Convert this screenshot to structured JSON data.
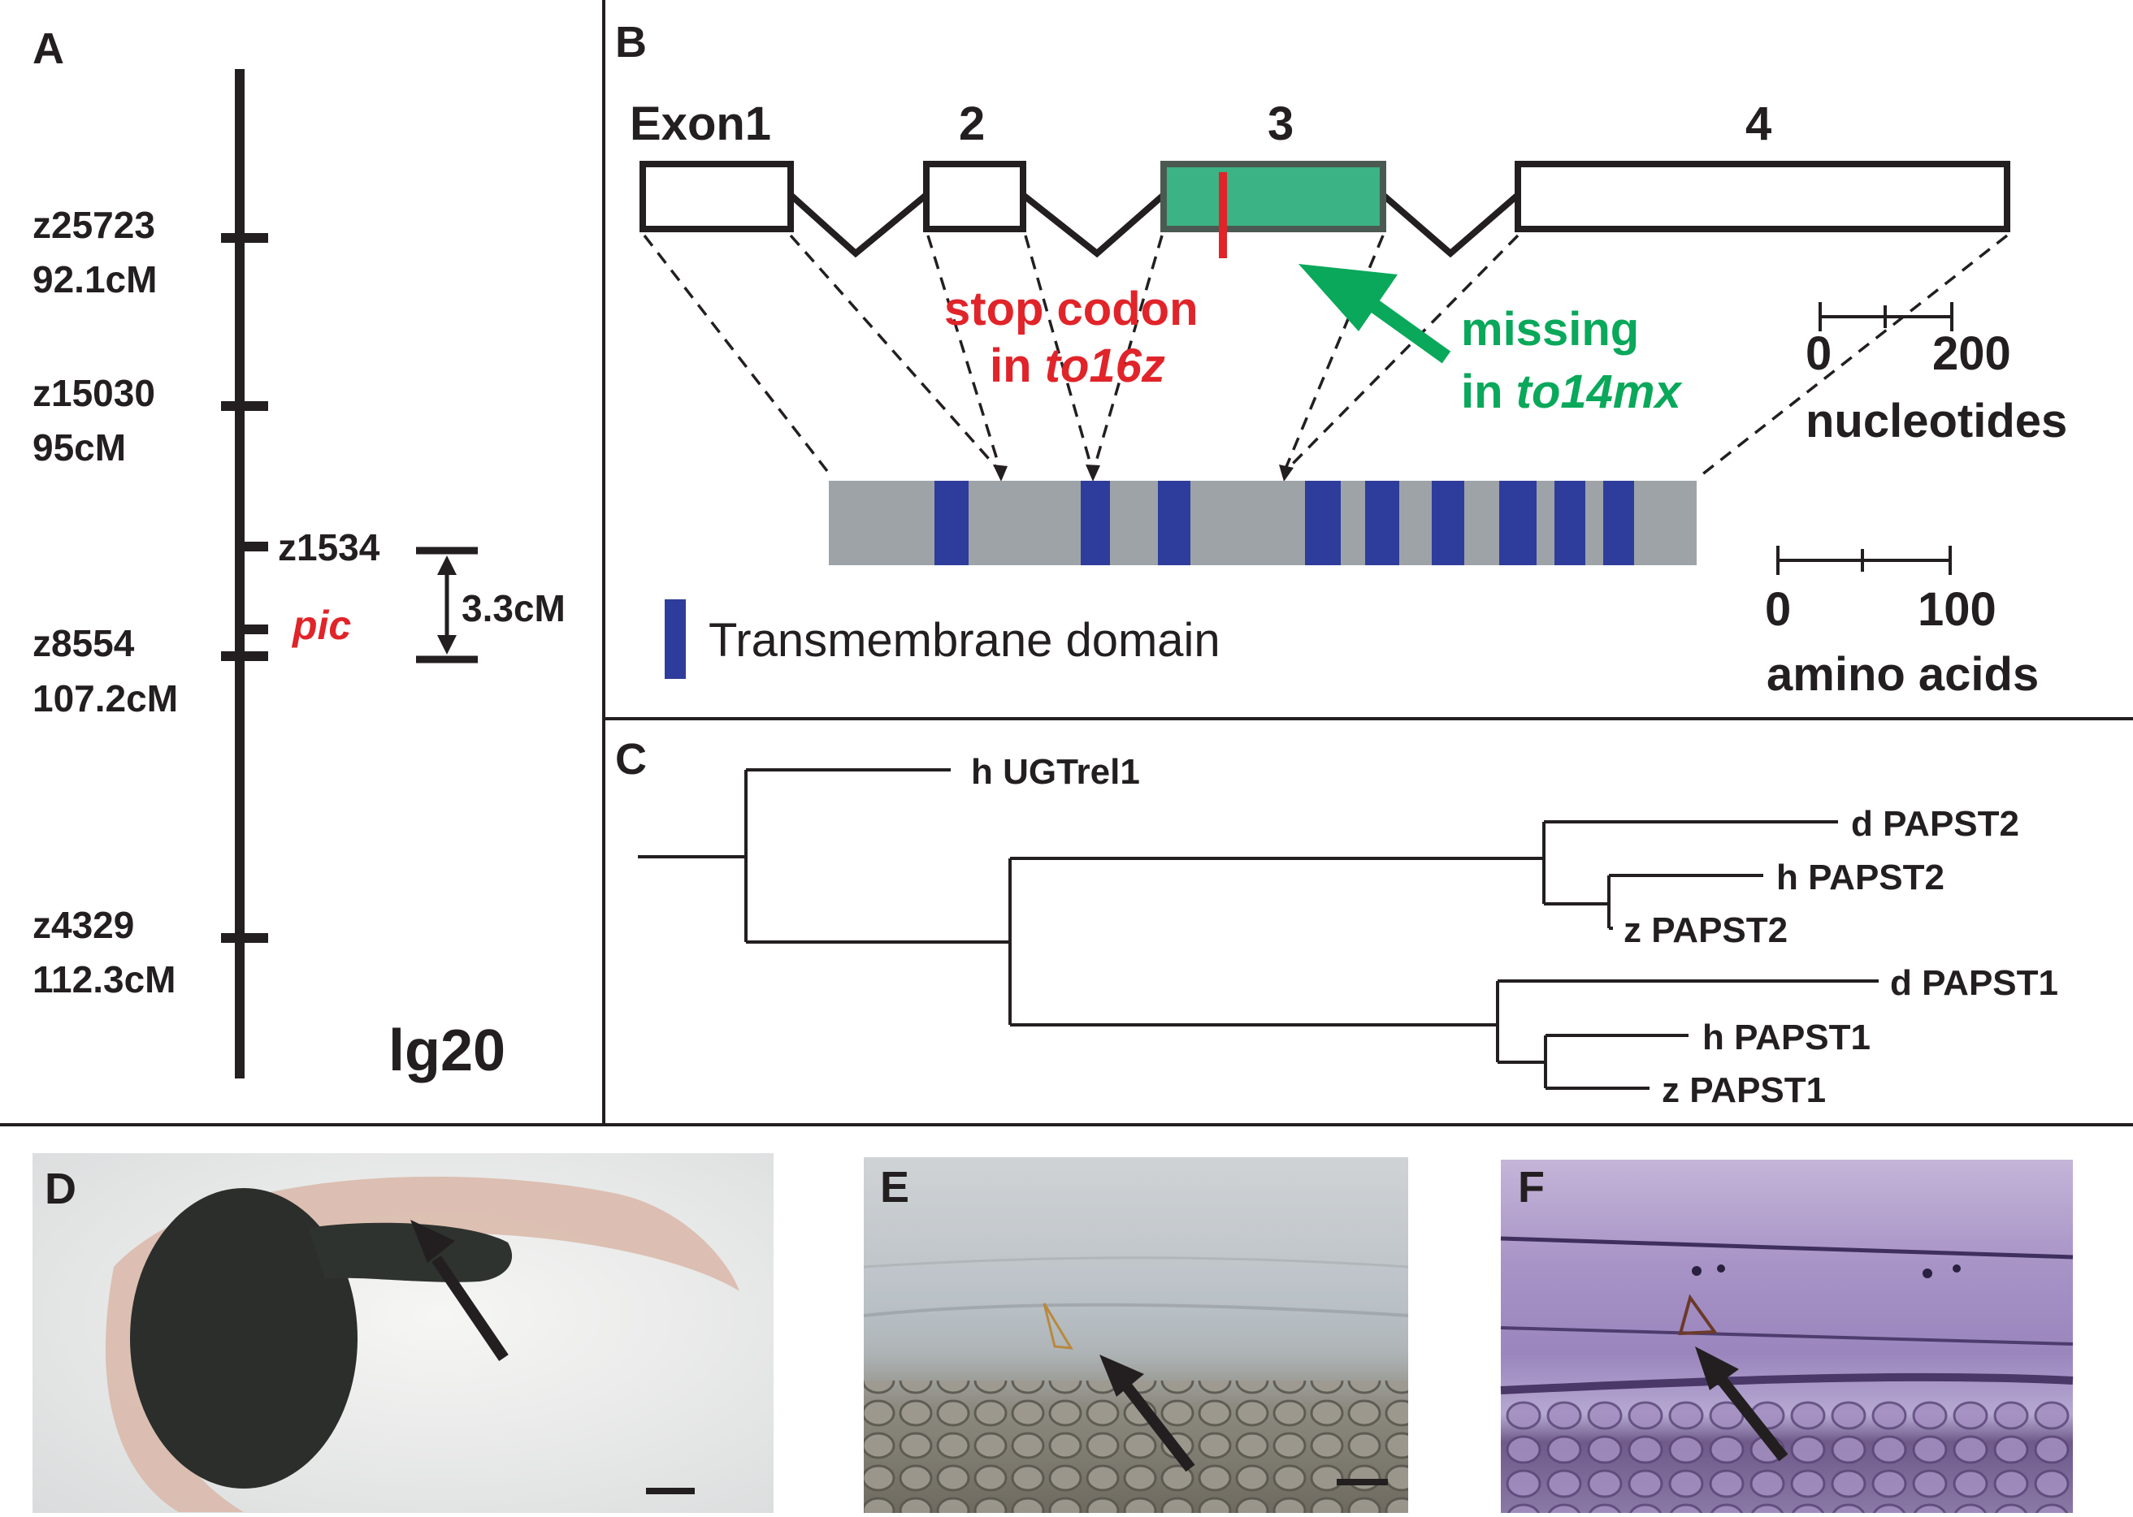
{
  "panel_labels": {
    "a": "A",
    "b": "B",
    "c": "C",
    "d": "D",
    "e": "E",
    "f": "F"
  },
  "panel_a": {
    "markers": [
      {
        "name": "z25723",
        "pos": "92.1cM"
      },
      {
        "name": "z15030",
        "pos": "95cM"
      },
      {
        "name": "z1534",
        "pos": ""
      },
      {
        "name": "z8554",
        "pos": "107.2cM"
      },
      {
        "name": "z4329",
        "pos": "112.3cM"
      }
    ],
    "gene": "pic",
    "interval": "3.3cM",
    "linkage_group": "lg20"
  },
  "panel_b": {
    "exons": [
      "Exon1",
      "2",
      "3",
      "4"
    ],
    "stop_line1": "stop codon",
    "stop_in": "in ",
    "stop_allele": "to16z",
    "missing_line1": "missing",
    "missing_in": "in ",
    "missing_allele": "to14mx",
    "nt_scale": {
      "min": "0",
      "max": "200",
      "unit": "nucleotides"
    },
    "aa_scale": {
      "min": "0",
      "max": "100",
      "unit": "amino acids"
    },
    "legend": "Transmembrane domain",
    "colors": {
      "exon3": "#3bb384",
      "stop": "#e0242a",
      "tm": "#2e3d9b",
      "protein": "#9ea3a8",
      "arrow": "#0aa85a"
    }
  },
  "panel_c": {
    "leaves": [
      "h UGTrel1",
      "d PAPST2",
      "h PAPST2",
      "z PAPST2",
      "d PAPST1",
      "h PAPST1",
      "z PAPST1"
    ]
  }
}
